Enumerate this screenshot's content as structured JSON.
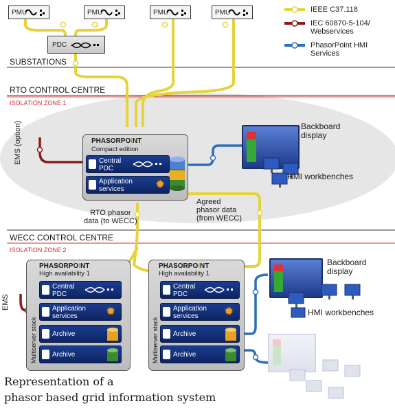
{
  "legend": [
    {
      "label": "IEEE C37.118",
      "color": "#e6d23a"
    },
    {
      "label": "IEC 60870-5-104/\nWebservices",
      "color": "#8b1a1a"
    },
    {
      "label": "PhasorPoint HMI\nServices",
      "color": "#2d6fb8"
    }
  ],
  "pmu_label": "PMU",
  "pdc_label": "PDC",
  "substations_label": "SUBSTATIONS",
  "rto": {
    "title": "RTO CONTROL CENTRE",
    "isolation": "ISOLATION ZONE 1",
    "ems": "EMS (option)",
    "brand_a": "PHASORPO",
    "brand_b": "I",
    "brand_c": "NT",
    "edition": "Compact edition",
    "central_pdc": "Central\nPDC",
    "app_services": "Application\nservices",
    "backboard": "Backboard\ndisplay",
    "hmi": "HMI workbenches",
    "rto_phasor": "RTO phasor\ndata (to WECC)",
    "agreed": "Agreed\nphasor data\n(from WECC)"
  },
  "wecc": {
    "title": "WECC CONTROL CENTRE",
    "isolation": "ISOLATION ZONE 2",
    "ems": "EMS",
    "stack_label": "Multiserver stack",
    "ha": "High availability 1",
    "central_pdc": "Central\nPDC",
    "app_services": "Application\nservices",
    "archive": "Archive",
    "backboard": "Backboard\ndisplay",
    "hmi": "HMI workbenches"
  },
  "caption": "Representation of a\nphasor based grid information system"
}
